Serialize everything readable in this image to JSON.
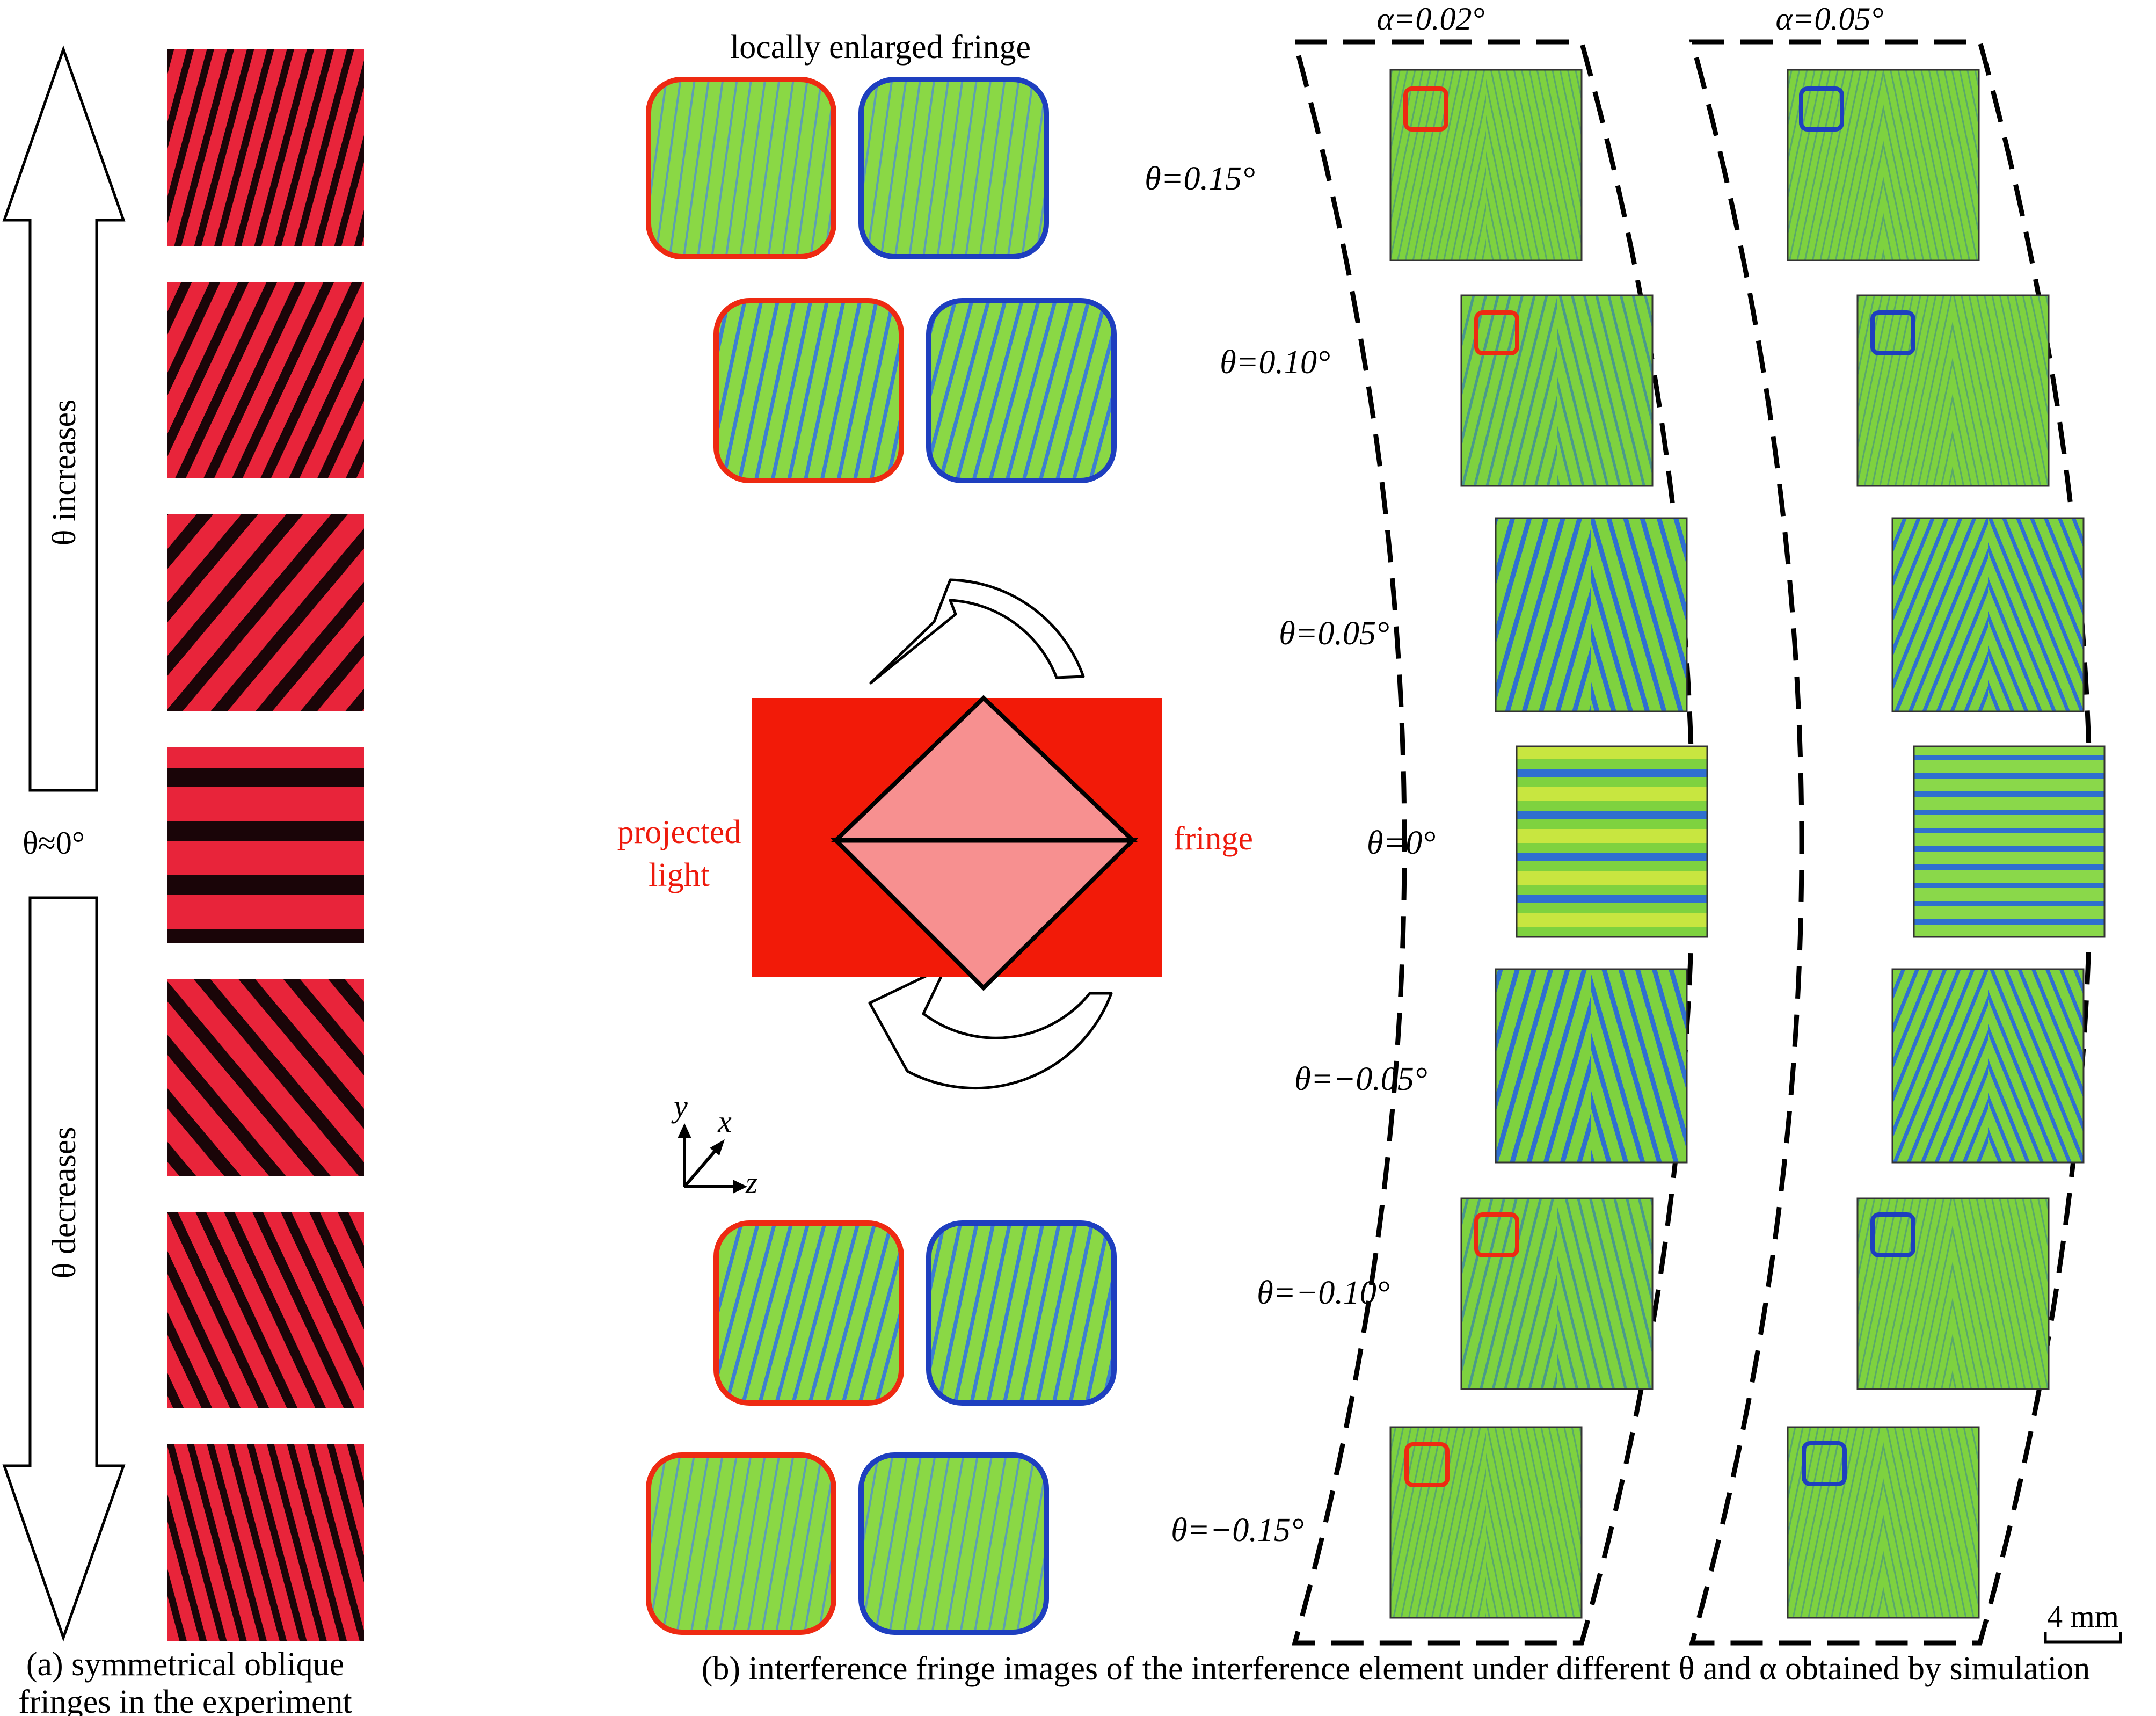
{
  "panel_a": {
    "label_increases": "θ increases",
    "label_zero": "θ≈0°",
    "label_decreases": "θ decreases",
    "caption_line1": "(a) symmetrical oblique",
    "caption_line2": "fringes in the experiment"
  },
  "panel_b_left": {
    "enlarged_title": "locally enlarged fringe",
    "label_projected_light_1": "projected",
    "label_projected_light_2": "light",
    "label_fringe": "fringe",
    "axis_y": "y",
    "axis_x": "x",
    "axis_z": "z"
  },
  "panel_b_right": {
    "alpha_left": "α=0.02°",
    "alpha_right": "α=0.05°",
    "theta_labels": [
      "θ=0.15°",
      "θ=0.10°",
      "θ=0.05°",
      "θ=0°",
      "θ=−0.05°",
      "θ=−0.10°",
      "θ=−0.15°"
    ],
    "scale_bar": "4 mm"
  },
  "caption_b": "(b) interference fringe images of the interference element under different θ and α obtained by simulation",
  "colors": {
    "experiment_red": "#e8243a",
    "experiment_dark": "#140506",
    "sim_green": "#7ed23f",
    "sim_blue": "#2f6fd0",
    "prism_red": "#f21a08",
    "prism_light": "#f79090",
    "frame_red": "#ee2a12",
    "frame_blue": "#1e3fbf"
  },
  "icons": [
    "up-arrow-icon",
    "down-arrow-icon",
    "rotate-arrow-icon",
    "axes-icon"
  ]
}
